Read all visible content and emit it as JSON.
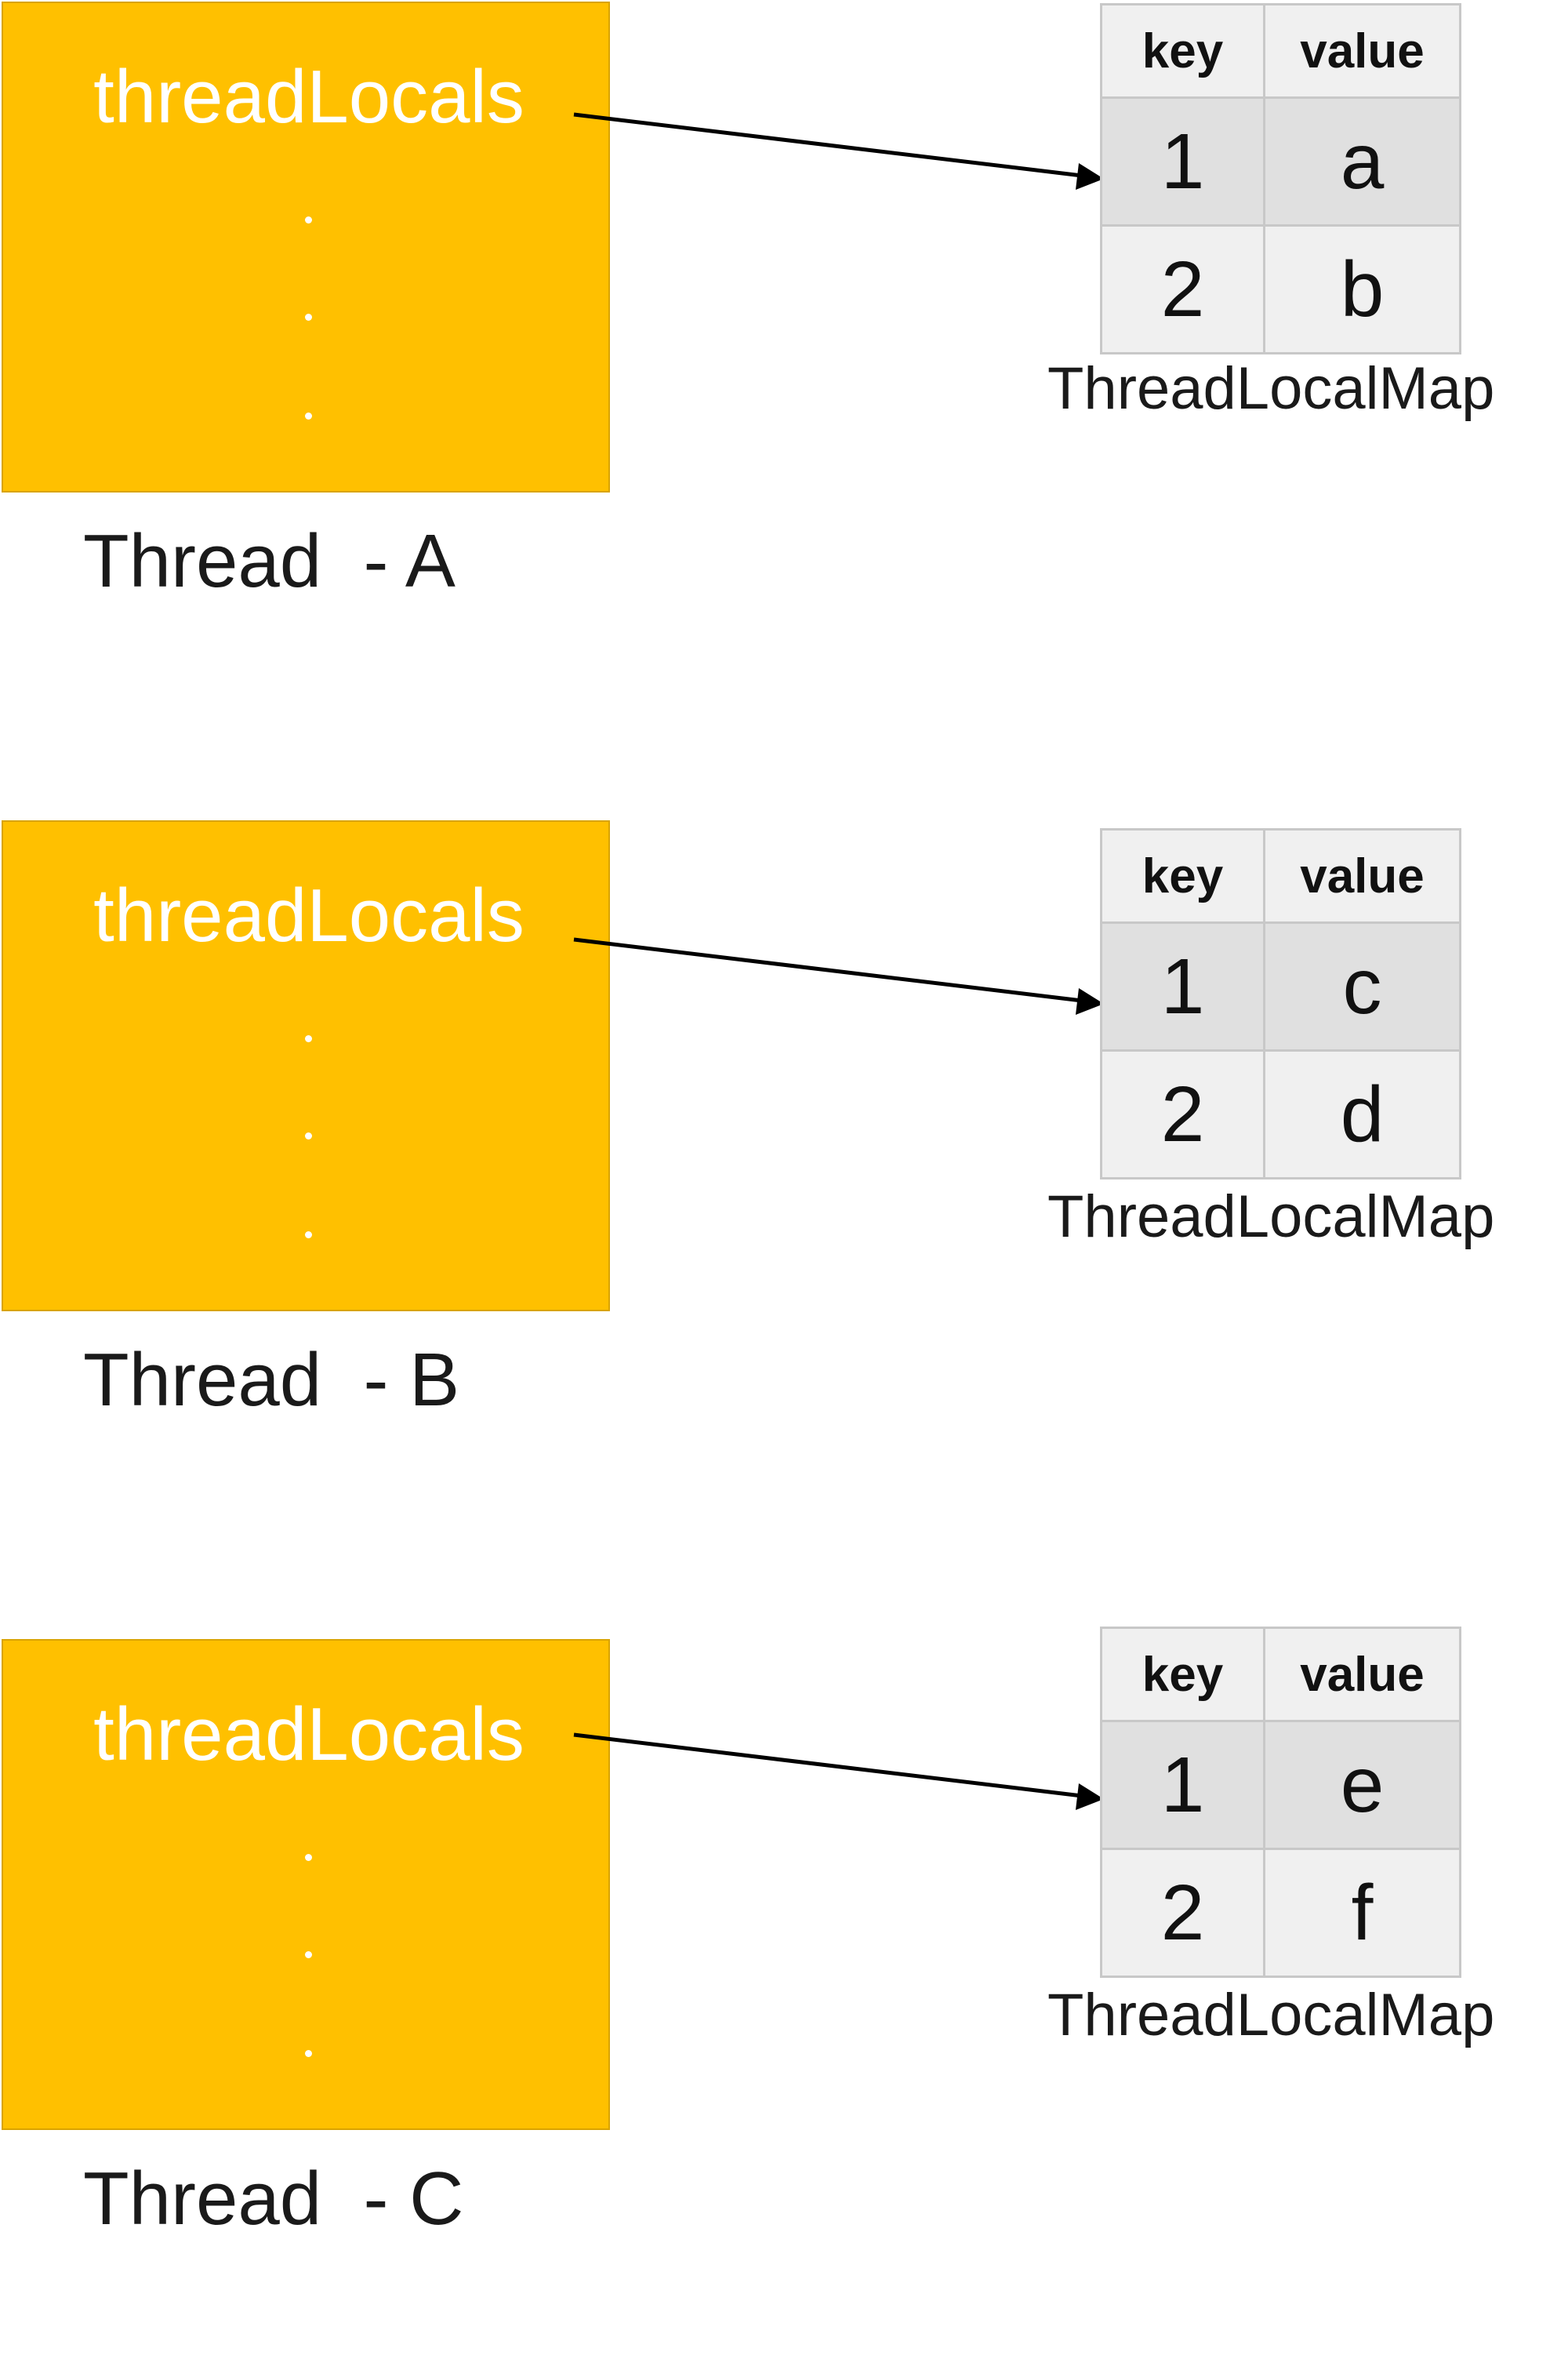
{
  "threads": [
    {
      "field_label": "threadLocals",
      "name": "Thread  - A",
      "map": {
        "headers": {
          "key": "key",
          "value": "value"
        },
        "rows": [
          {
            "key": "1",
            "value": "a"
          },
          {
            "key": "2",
            "value": "b"
          }
        ],
        "label": "ThreadLocalMap"
      }
    },
    {
      "field_label": "threadLocals",
      "name": "Thread  - B",
      "map": {
        "headers": {
          "key": "key",
          "value": "value"
        },
        "rows": [
          {
            "key": "1",
            "value": "c"
          },
          {
            "key": "2",
            "value": "d"
          }
        ],
        "label": "ThreadLocalMap"
      }
    },
    {
      "field_label": "threadLocals",
      "name": "Thread  - C",
      "map": {
        "headers": {
          "key": "key",
          "value": "value"
        },
        "rows": [
          {
            "key": "1",
            "value": "e"
          },
          {
            "key": "2",
            "value": "f"
          }
        ],
        "label": "ThreadLocalMap"
      }
    }
  ],
  "colors": {
    "thread_fill": "#FFC000",
    "field_text": "#FFFFFF",
    "arrow": "#000000",
    "table_header_bg": "#F0F0F0",
    "table_row1_bg": "#E0E0E0",
    "table_row2_bg": "#F0F0F0",
    "table_border": "#C8C8C8"
  }
}
